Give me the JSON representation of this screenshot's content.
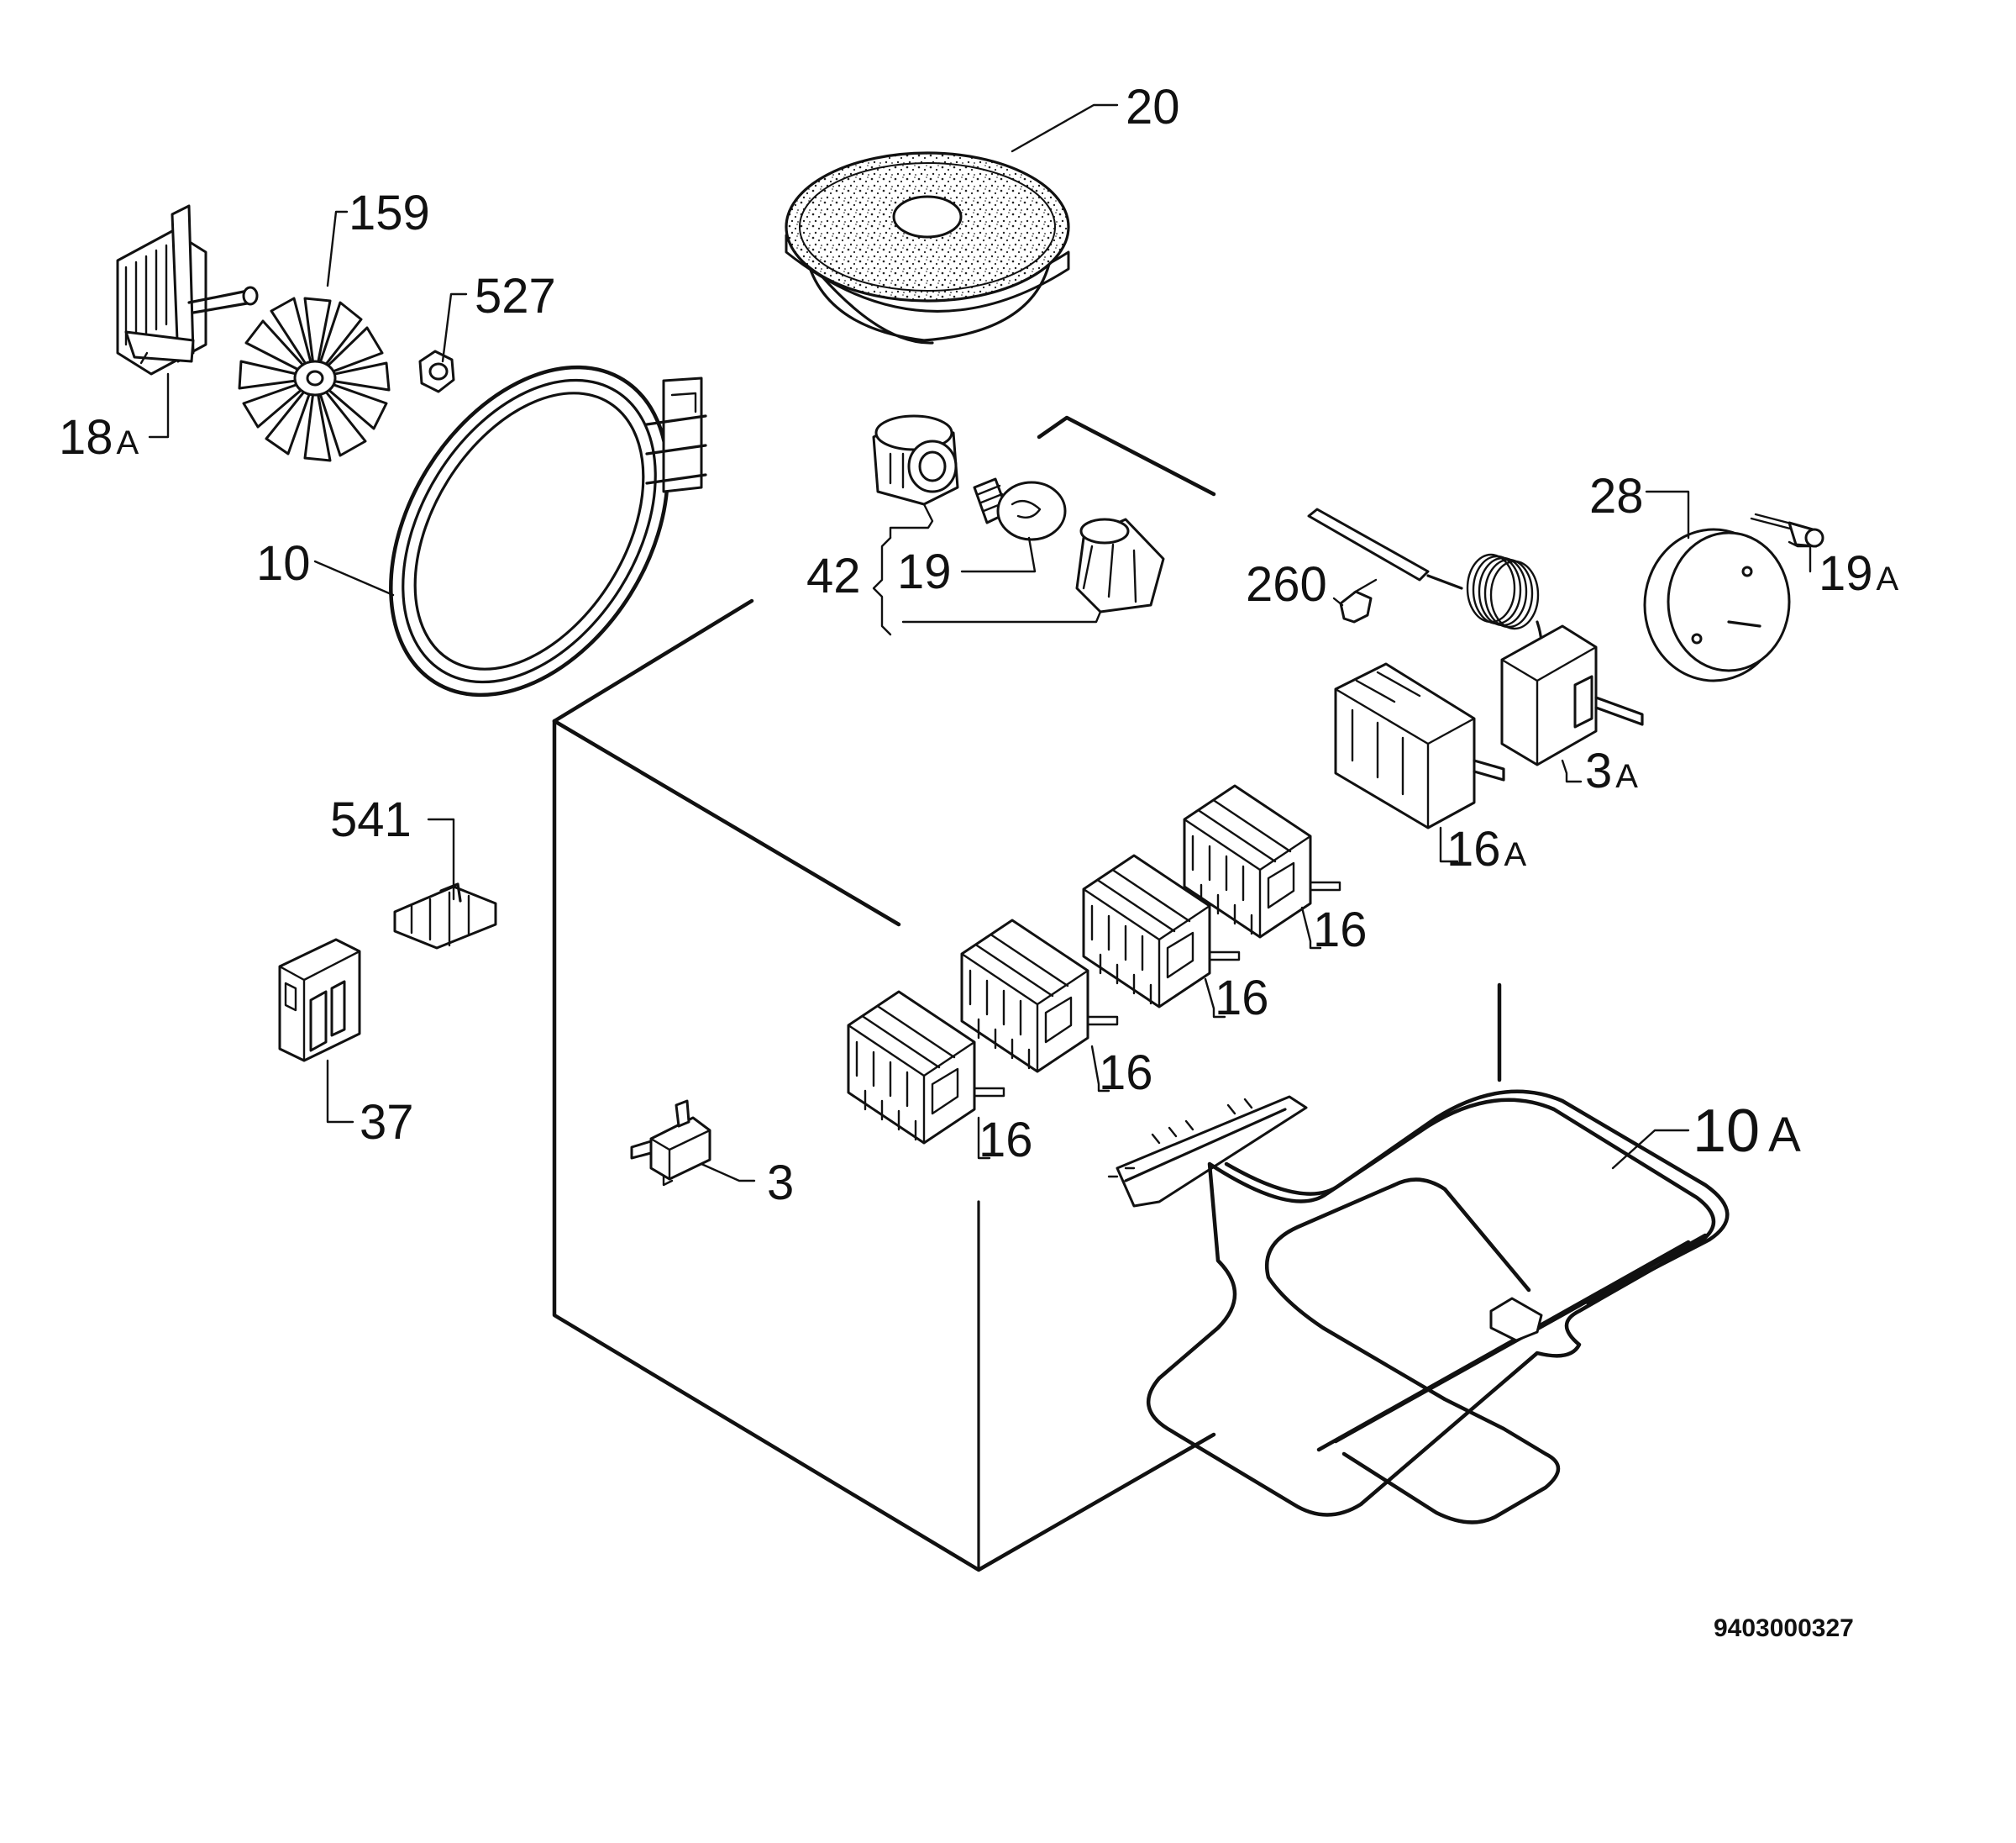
{
  "labels": {
    "p20": "20",
    "p159": "159",
    "p527": "527",
    "p18": "18",
    "p18_suffix": "A",
    "p10": "10",
    "p42": "42",
    "p19": "19",
    "p260": "260",
    "p28": "28",
    "p19a": "19",
    "p19a_suffix": "A",
    "p3a": "3",
    "p3a_suffix": "A",
    "p16a": "16",
    "p16a_suffix": "A",
    "p16_1": "16",
    "p16_2": "16",
    "p16_3": "16",
    "p16_4": "16",
    "p541": "541",
    "p37": "37",
    "p3": "3",
    "p10a": "10",
    "p10a_suffix": "A"
  },
  "document_number": "9403000327"
}
